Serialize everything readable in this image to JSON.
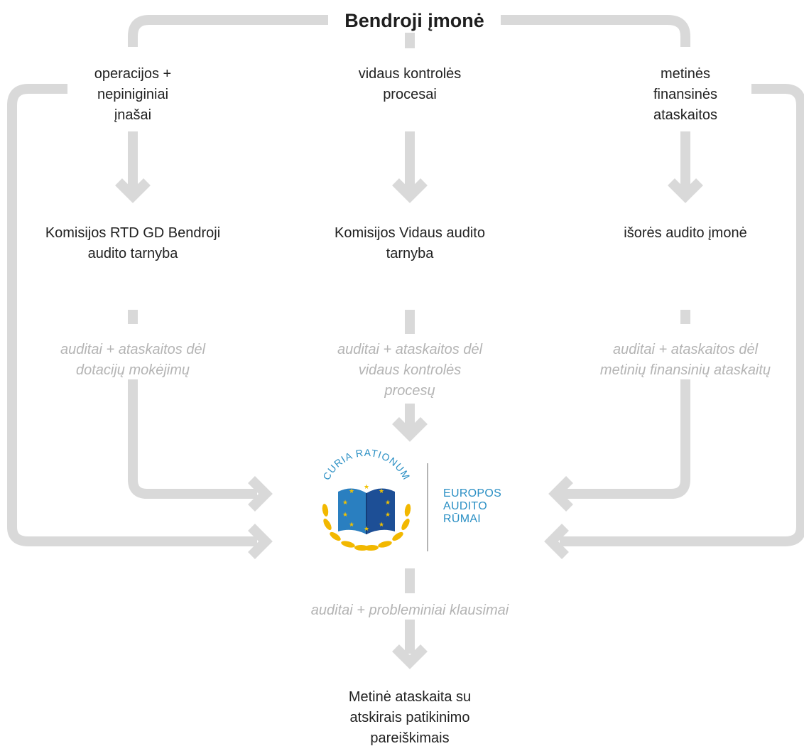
{
  "title": "Bendroji įmonė",
  "nodes": {
    "operations": "operacijos +\nnepiniginiai\nįnašai",
    "internal_control": "vidaus kontrolės\nprocesai",
    "financial_statements": "metinės\nfinansinės\nataskaitos",
    "rtd_audit": "Komisijos RTD GD Bendroji\naudito tarnyba",
    "internal_audit": "Komisijos Vidaus audito\ntarnyba",
    "external_audit": "išorės audito įmonė",
    "annual_report": "Metinė ataskaita su\natskirais patikinimo\npareiškimais"
  },
  "edges": {
    "grant_audits": "auditai + ataskaitos dėl\ndotacijų mokėjimų",
    "control_audits": "auditai + ataskaitos dėl\nvidaus kontrolės\nprocesų",
    "statement_audits": "auditai + ataskaitos dėl\nmetinių finansinių ataskaitų",
    "problem_audits": "auditai + probleminiai klausimai"
  },
  "logo": {
    "motto": "CURIA RATIONUM",
    "name": "EUROPOS\nAUDITO\nRŪMAI"
  },
  "colors": {
    "connector": "#d9d9d9",
    "edge_label": "#b4b4b4",
    "logo_blue": "#2a8fc4",
    "book_blue": "#1f5fa8",
    "star_gold": "#f2c200"
  }
}
